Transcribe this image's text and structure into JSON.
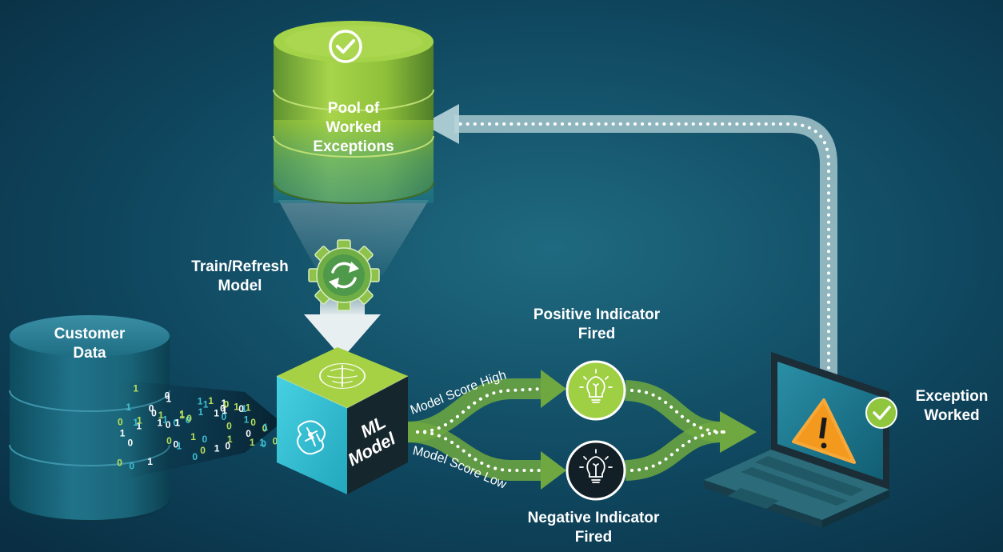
{
  "pool": {
    "line1": "Pool of",
    "line2": "Worked",
    "line3": "Exceptions"
  },
  "train": {
    "line1": "Train/Refresh",
    "line2": "Model"
  },
  "customer": {
    "line1": "Customer",
    "line2": "Data"
  },
  "model": {
    "line1": "ML",
    "line2": "Model"
  },
  "score_high": "Model Score High",
  "score_low": "Model Score Low",
  "positive": {
    "line1": "Positive Indicator",
    "line2": "Fired"
  },
  "negative": {
    "line1": "Negative Indicator",
    "line2": "Fired"
  },
  "exception": {
    "line1": "Exception",
    "line2": "Worked"
  },
  "binary_digits": [
    "1",
    "0",
    "0",
    "1",
    "1",
    "0",
    "1",
    "0",
    "1",
    "1",
    "0",
    "1",
    "0",
    "1",
    "1",
    "0",
    "1",
    "1",
    "0",
    "0",
    "1",
    "0",
    "1",
    "0",
    "1",
    "0",
    "1",
    "1",
    "0",
    "1",
    "0",
    "1",
    "0",
    "1",
    "1",
    "0",
    "1",
    "0",
    "1",
    "0",
    "1",
    "0",
    "0",
    "1",
    "1",
    "0",
    "1",
    "1",
    "0",
    "1",
    "0",
    "1",
    "0",
    "0",
    "1",
    "1",
    "0",
    "1",
    "0",
    "1"
  ],
  "colors": {
    "background": "#0d3d52",
    "lime": "#9ccc3c",
    "teal": "#3ec0d4",
    "dark": "#12262e",
    "arrow_light": "#b8d6da",
    "arrow_green": "#6fa840",
    "warning": "#f39a1e"
  },
  "icons": [
    "check-icon",
    "refresh-gear-icon",
    "brain-icon",
    "lightbulb-icon",
    "warning-icon"
  ]
}
